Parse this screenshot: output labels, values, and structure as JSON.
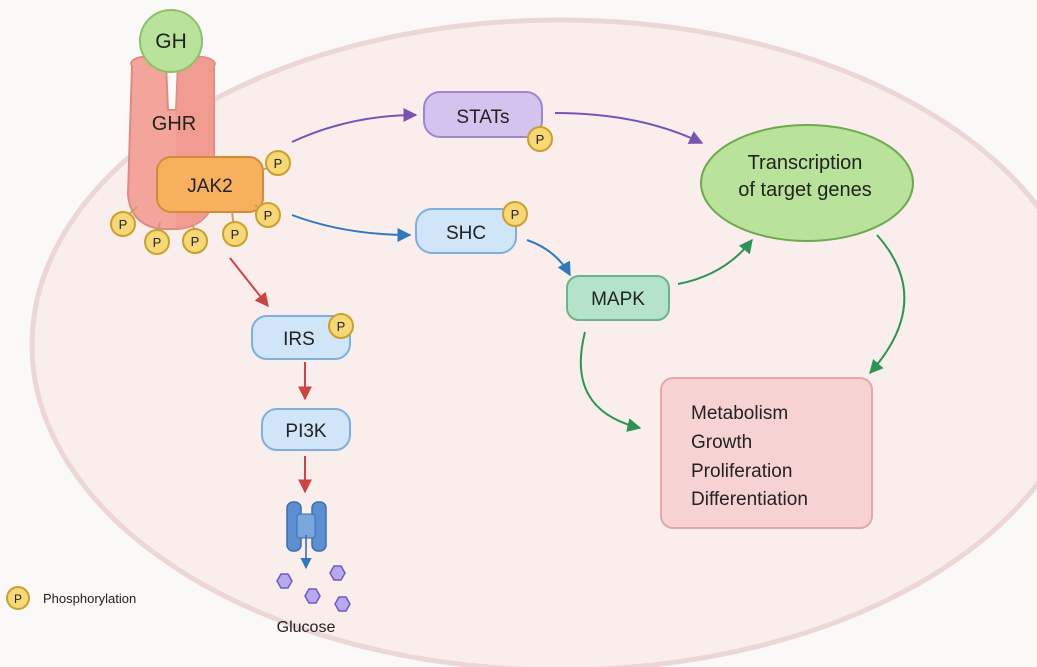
{
  "ligand": {
    "label": "GH"
  },
  "receptor": {
    "label": "GHR"
  },
  "kinase": {
    "label": "JAK2"
  },
  "phospho_symbol": "P",
  "nodes": {
    "stats": "STATs",
    "shc": "SHC",
    "mapk": "MAPK",
    "irs": "IRS",
    "pi3k": "PI3K"
  },
  "transcription": {
    "line1": "Transcription",
    "line2": "of target genes"
  },
  "outcomes": [
    "Metabolism",
    "Growth",
    "Proliferation",
    "Differentiation"
  ],
  "glucose_label": "Glucose",
  "legend": {
    "symbol": "P",
    "label": "Phosphorylation"
  },
  "colors": {
    "stats_arrow": "#7a52b3",
    "shc_arrow": "#2f78bf",
    "irs_arrow": "#cc4444",
    "mapk_arrow": "#2e9455",
    "cell_outline": "#ecd6d6",
    "phospho_fill": "#f7d776"
  }
}
